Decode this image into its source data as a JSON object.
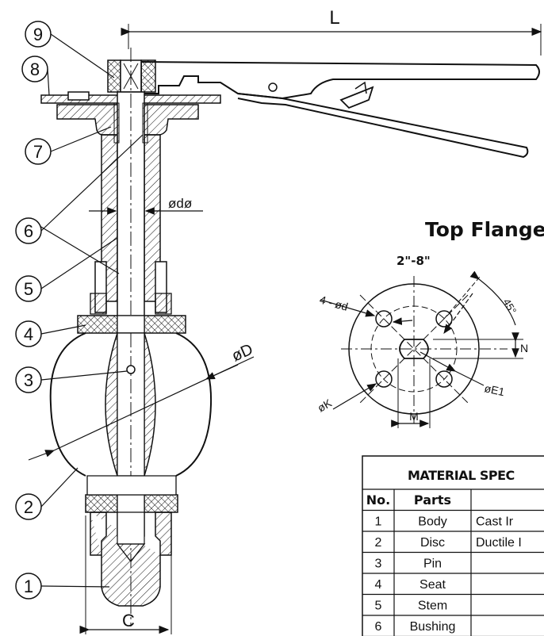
{
  "labels": {
    "length": "L",
    "stem_dia": "ødø",
    "disc_dia": "øD",
    "body_width": "C"
  },
  "callouts": [
    "1",
    "2",
    "3",
    "4",
    "5",
    "6",
    "7",
    "8",
    "9"
  ],
  "flange": {
    "title": "Top Flange",
    "size_range": "2\"-8\"",
    "holes": "4 - ød",
    "angle": "45°",
    "pcd": "øK",
    "bore": "øE1",
    "dim_m": "M",
    "dim_n": "N"
  },
  "table": {
    "title": "Material Spec",
    "headers": [
      "No.",
      "Parts",
      ""
    ],
    "rows": [
      {
        "no": "1",
        "part": "Body",
        "material": "Cast Ir"
      },
      {
        "no": "2",
        "part": "Disc",
        "material": "Ductile I"
      },
      {
        "no": "3",
        "part": "Pin",
        "material": ""
      },
      {
        "no": "4",
        "part": "Seat",
        "material": ""
      },
      {
        "no": "5",
        "part": "Stem",
        "material": ""
      },
      {
        "no": "6",
        "part": "Bushing",
        "material": ""
      }
    ]
  }
}
